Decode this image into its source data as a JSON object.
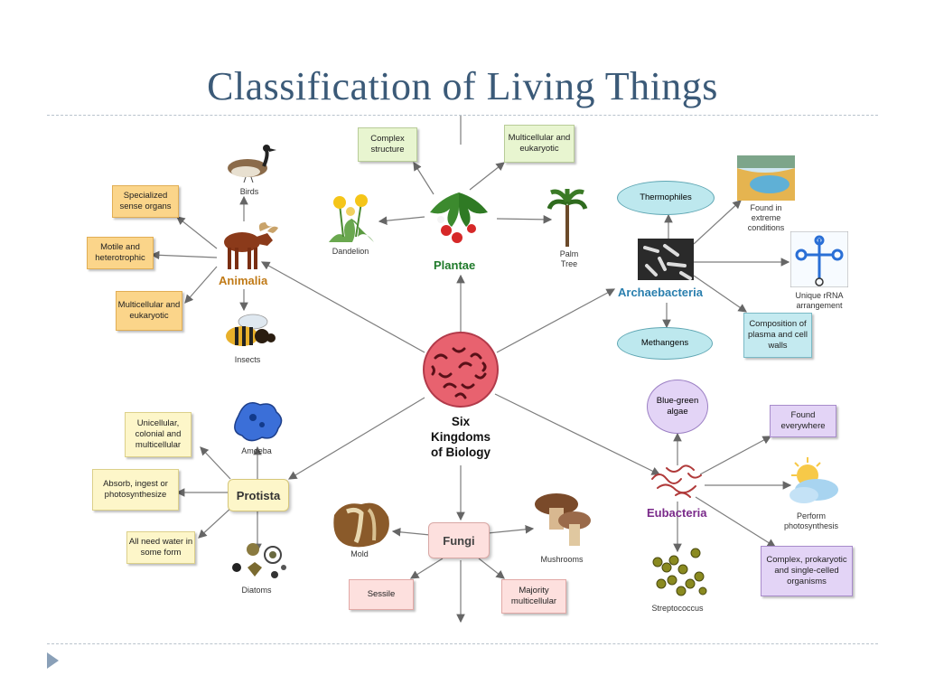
{
  "slide": {
    "title": "Classification of Living Things"
  },
  "center": {
    "label": "Six\nKingdoms\nof Biology"
  },
  "kingdoms": {
    "animalia": "Animalia",
    "plantae": "Plantae",
    "archaebacteria": "Archaebacteria",
    "protista": "Protista",
    "fungi": "Fungi",
    "eubacteria": "Eubacteria"
  },
  "animalia": {
    "traits": [
      "Specialized sense organs",
      "Motile and heterotrophic",
      "Multicellular and eukaryotic"
    ],
    "examples": [
      "Birds",
      "Insects"
    ]
  },
  "plantae": {
    "traits": [
      "Complex structure",
      "Multicellular and eukaryotic"
    ],
    "examples": [
      "Dandelion",
      "Palm Tree"
    ]
  },
  "archaebacteria": {
    "ovals": [
      "Thermophiles",
      "Methangens"
    ],
    "examples": [
      "Found in extreme conditions",
      "Unique rRNA arrangement"
    ],
    "traits": [
      "Composition of plasma and cell walls"
    ]
  },
  "protista": {
    "traits": [
      "Unicellular, colonial and multicellular",
      "Absorb, ingest or photosynthesize",
      "All need water in some form"
    ],
    "examples": [
      "Amoeba",
      "Diatoms"
    ]
  },
  "fungi": {
    "examples": [
      "Mold",
      "Mushrooms"
    ],
    "traits": [
      "Sessile",
      "Majority multicellular"
    ]
  },
  "eubacteria": {
    "ovals": [
      "Blue-green algae"
    ],
    "traits": [
      "Found everywhere",
      "Complex, prokaryotic and single-celled organisms"
    ],
    "examples": [
      "Perform photosynthesis",
      "Streptococcus"
    ]
  },
  "colors": {
    "title": "#3b5a78",
    "animalia": "#c07a17",
    "plantae": "#1f7a2a",
    "archaebacteria": "#2a7fae",
    "eubacteria": "#7a2a8a",
    "center_circle": "#e8626f"
  }
}
